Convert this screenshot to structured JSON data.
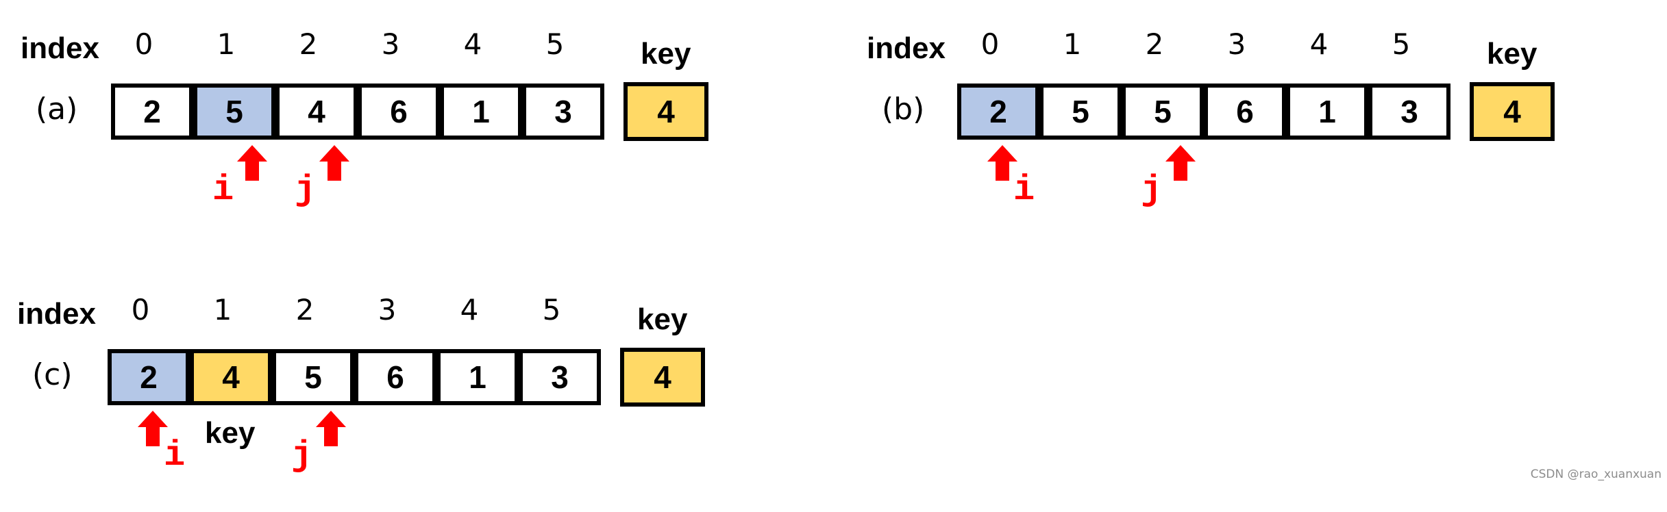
{
  "colors": {
    "highlight_blue": "#b4c7e7",
    "key_yellow": "#ffd966",
    "pointer_red": "#ff0000"
  },
  "index_word": "index",
  "key_word": "key",
  "indices": [
    "0",
    "1",
    "2",
    "3",
    "4",
    "5"
  ],
  "panels": [
    {
      "id": "a",
      "tag": "(a)",
      "key_value": "4",
      "cells": [
        {
          "value": "2",
          "fill": "white"
        },
        {
          "value": "5",
          "fill": "blue"
        },
        {
          "value": "4",
          "fill": "white"
        },
        {
          "value": "6",
          "fill": "white"
        },
        {
          "value": "1",
          "fill": "white"
        },
        {
          "value": "3",
          "fill": "white"
        }
      ],
      "pointers": [
        {
          "label": "i",
          "index": 1,
          "label_side": "left"
        },
        {
          "label": "j",
          "index": 2,
          "label_side": "left"
        }
      ],
      "cell_caption": null
    },
    {
      "id": "b",
      "tag": "(b)",
      "key_value": "4",
      "cells": [
        {
          "value": "2",
          "fill": "blue"
        },
        {
          "value": "5",
          "fill": "white"
        },
        {
          "value": "5",
          "fill": "white"
        },
        {
          "value": "6",
          "fill": "white"
        },
        {
          "value": "1",
          "fill": "white"
        },
        {
          "value": "3",
          "fill": "white"
        }
      ],
      "pointers": [
        {
          "label": "i",
          "index": 0,
          "label_side": "right"
        },
        {
          "label": "j",
          "index": 2,
          "label_side": "left"
        }
      ],
      "cell_caption": null
    },
    {
      "id": "c",
      "tag": "(c)",
      "key_value": "4",
      "cells": [
        {
          "value": "2",
          "fill": "blue"
        },
        {
          "value": "4",
          "fill": "yellow"
        },
        {
          "value": "5",
          "fill": "white"
        },
        {
          "value": "6",
          "fill": "white"
        },
        {
          "value": "1",
          "fill": "white"
        },
        {
          "value": "3",
          "fill": "white"
        }
      ],
      "pointers": [
        {
          "label": "i",
          "index": 0,
          "label_side": "right"
        },
        {
          "label": "j",
          "index": 2,
          "label_side": "left"
        }
      ],
      "cell_caption": {
        "text": "key",
        "index": 1
      }
    }
  ],
  "watermark": "CSDN @rao_xuanxuan"
}
